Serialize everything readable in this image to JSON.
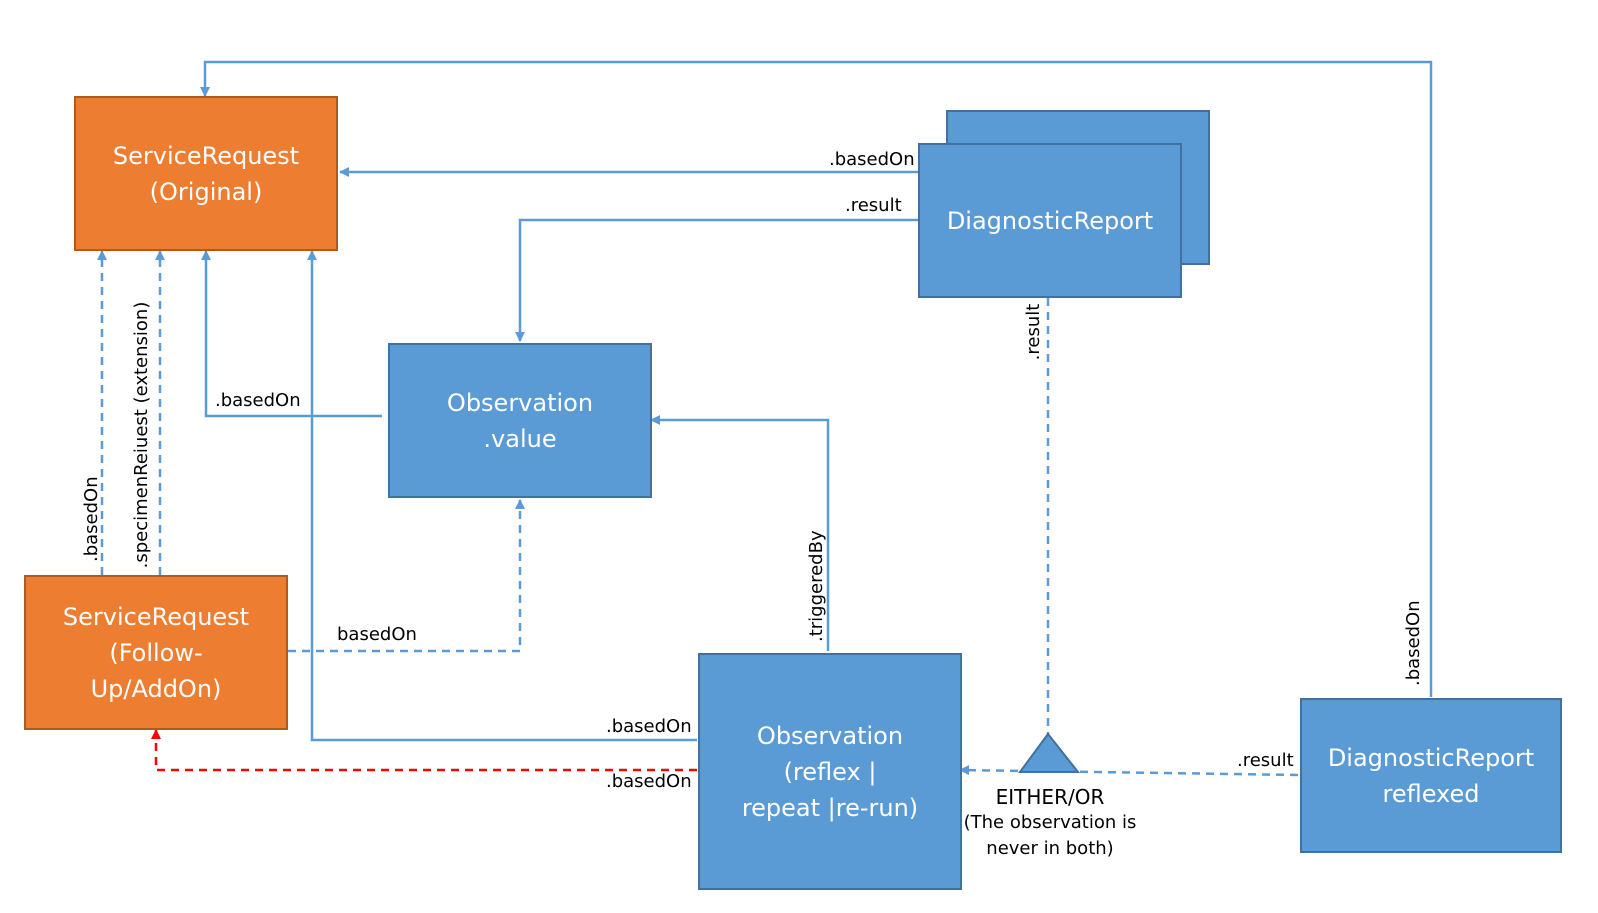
{
  "colors": {
    "orange_fill": "#ED7D31",
    "blue_fill": "#5B9BD5",
    "connector_blue": "#5B9BD5",
    "connector_red": "#FF0000"
  },
  "nodes": {
    "service_request_original": {
      "line1": "ServiceRequest",
      "line2": "(Original)"
    },
    "diagnostic_report": {
      "line1": "DiagnosticReport"
    },
    "observation_value": {
      "line1": "Observation",
      "line2": ".value"
    },
    "service_request_followup": {
      "line1": "ServiceRequest",
      "line2": "(Follow-",
      "line3": "Up/AddOn)"
    },
    "observation_reflex": {
      "line1": "Observation",
      "line2": "(reflex |",
      "line3": "repeat |re-run)"
    },
    "diagnostic_report_reflexed": {
      "line1": "DiagnosticReport",
      "line2": "reflexed"
    }
  },
  "edges": {
    "dr_basedon": ".basedOn",
    "dr_result": ".result",
    "dr_result_dashed": ".result",
    "obsvalue_basedon": ".basedOn",
    "followup_basedon": ".basedOn",
    "followup_specimen": ".specimenReiuest (extension)",
    "followup_basedon_obsvalue": "basedOn",
    "reflex_triggeredby": ".triggeredBy",
    "reflex_basedon_original": ".basedOn",
    "reflex_basedon_followup": ".basedOn",
    "reflexed_result": ".result",
    "reflexed_basedon": ".basedOn"
  },
  "either_or": {
    "title": "EITHER/OR",
    "line1": "(The observation is",
    "line2": "never in both)"
  }
}
